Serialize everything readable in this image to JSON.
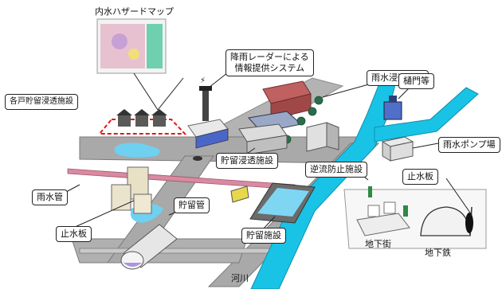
{
  "labels": {
    "hazard_map": "内水ハザードマップ",
    "radar": "降雨レーダーによる\n情報提供システム",
    "household": "各戸貯留浸透施設",
    "infiltration_basin": "雨水浸透ます",
    "sluice": "樋門等",
    "pump_station": "雨水ポンプ場",
    "storage_infiltration": "貯留浸透施設",
    "backflow": "逆流防止施設",
    "flood_board_right": "止水板",
    "storm_pipe": "雨水管",
    "storage_pipe": "貯留管",
    "flood_board_left": "止水板",
    "storage_facility": "貯留施設",
    "underground_mall": "地下街",
    "subway": "地下鉄",
    "river": "河川"
  },
  "colors": {
    "road": "#a9a9a9",
    "road_edge": "#7a7a7a",
    "river": "#19c3e6",
    "water": "#6fd0f0",
    "pipe_pink": "#d98aa0",
    "hazard_red": "#e01818"
  }
}
